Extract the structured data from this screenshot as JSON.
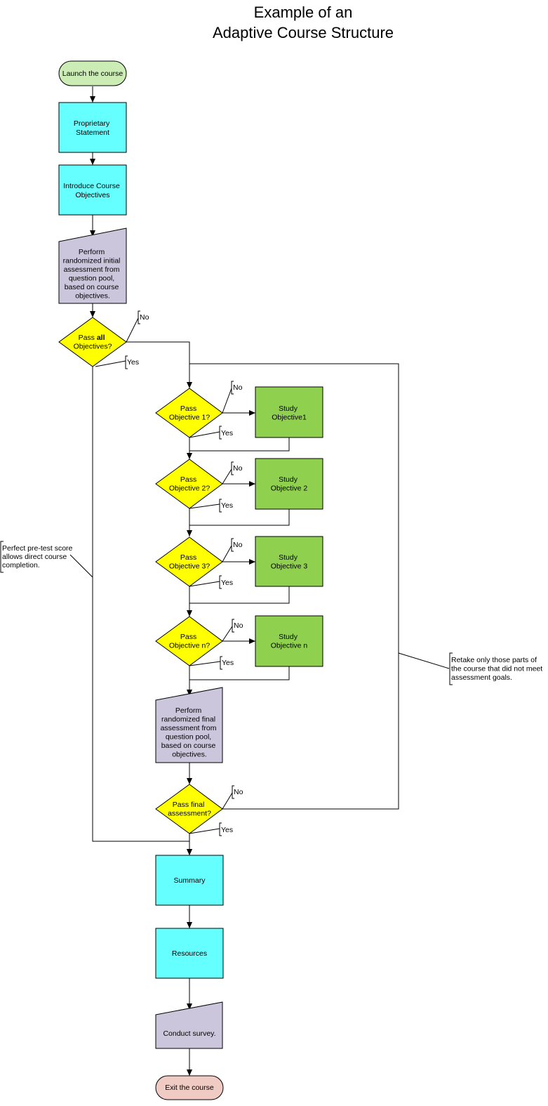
{
  "title": {
    "line1": "Example of an",
    "line2": "Adaptive Course Structure"
  },
  "colors": {
    "terminal_start": "#ccecb6",
    "terminal_end": "#efcbc3",
    "process": "#66ffff",
    "manual": "#ccc6dd",
    "decision": "#ffff00",
    "study": "#8fd14f"
  },
  "nodes": {
    "launch": [
      "Launch the course"
    ],
    "proprietary": [
      "Proprietary",
      "Statement"
    ],
    "introduce": [
      "Introduce Course",
      "Objectives"
    ],
    "initial_assessment": [
      "Perform",
      "randomized initial",
      "assessment from",
      "question pool,",
      "based on course",
      "objectives."
    ],
    "pass_all_pre": "Pass ",
    "pass_all_bold": "all",
    "pass_all_line2": "Objectives?",
    "pass_obj1": [
      "Pass",
      "Objective 1?"
    ],
    "study_obj1": [
      "Study",
      "Objective1"
    ],
    "pass_obj2": [
      "Pass",
      "Objective 2?"
    ],
    "study_obj2": [
      "Study",
      "Objective 2"
    ],
    "pass_obj3": [
      "Pass",
      "Objective 3?"
    ],
    "study_obj3": [
      "Study",
      "Objective 3"
    ],
    "pass_objn": [
      "Pass",
      "Objective n?"
    ],
    "study_objn": [
      "Study",
      "Objective n"
    ],
    "final_assessment": [
      "Perform",
      "randomized final",
      "assessment from",
      "question pool,",
      "based on course",
      "objectives."
    ],
    "pass_final": [
      "Pass final",
      "assessment?"
    ],
    "summary": [
      "Summary"
    ],
    "resources": [
      "Resources"
    ],
    "survey": [
      "Conduct survey."
    ],
    "exit": [
      "Exit the course"
    ]
  },
  "edge_labels": {
    "no": "No",
    "yes": "Yes"
  },
  "annotations": {
    "perfect": [
      "Perfect pre-test score",
      "allows direct course",
      "completion."
    ],
    "retake": [
      "Retake only those parts of",
      "the course that did not meet",
      "assessment goals."
    ]
  }
}
